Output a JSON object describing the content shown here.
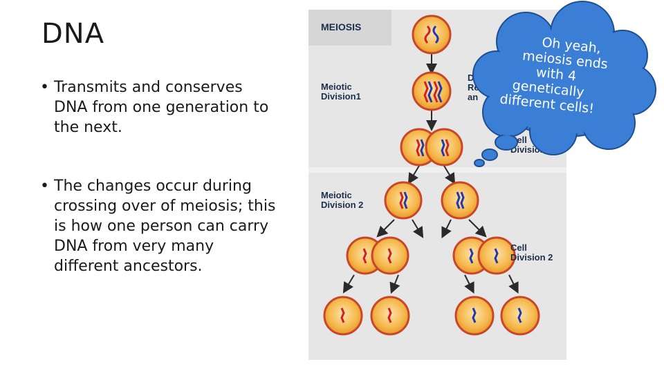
{
  "title": "DNA",
  "bullets": [
    "Transmits and conserves DNA from one generation to the next.",
    "The changes occur during crossing over of meiosis; this is how one person can carry DNA from very many different ancestors."
  ],
  "figure": {
    "header": "MEIOSIS",
    "label_div1": "Meiotic\nDivision1",
    "label_div2": "Meiotic\nDivision 2",
    "label_cell_div2": "Cell\nDivision 2",
    "label_dna_partial": "DN\nRe\nan",
    "label_cell_div_partial": "Cell\nDivision"
  },
  "callout": {
    "lines": [
      "Oh yeah,",
      "meiosis ends",
      "with 4",
      "genetically",
      "different cells!"
    ]
  },
  "colors": {
    "cloud": "#3b7ed6",
    "cell_fill": "#f5b74a",
    "cell_outline": "#c8472a",
    "chromosome_red": "#d0202a",
    "chromosome_blue": "#2038b0",
    "label": "#1c2f4a"
  }
}
